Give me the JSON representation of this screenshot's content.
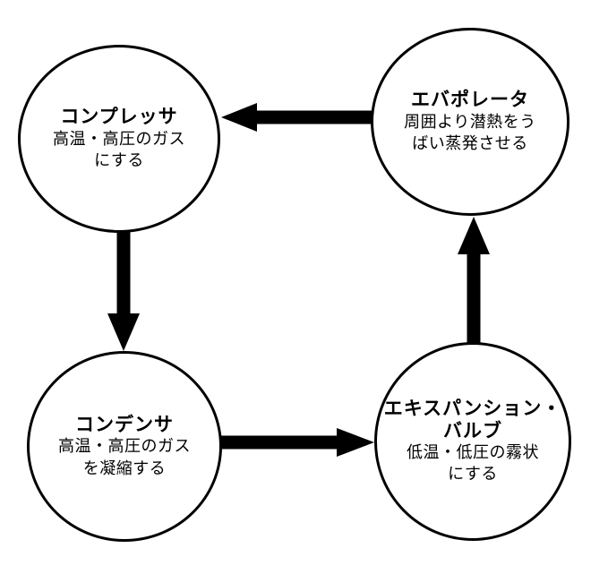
{
  "nodes": {
    "compressor": {
      "title": "コンプレッサ",
      "line1": "高温・高圧のガス",
      "line2": "にする"
    },
    "evaporator": {
      "title": "エバポレータ",
      "line1": "周囲より潜熱をう",
      "line2": "ばい蒸発させる"
    },
    "condenser": {
      "title": "コンデンサ",
      "line1": "高温・高圧のガス",
      "line2": "を凝縮する"
    },
    "expansion": {
      "title1": "エキスパンション・",
      "title2": "バルブ",
      "line1": "低温・低圧の霧状",
      "line2": "にする"
    }
  },
  "colors": {
    "ink": "#000000",
    "background": "#ffffff"
  }
}
